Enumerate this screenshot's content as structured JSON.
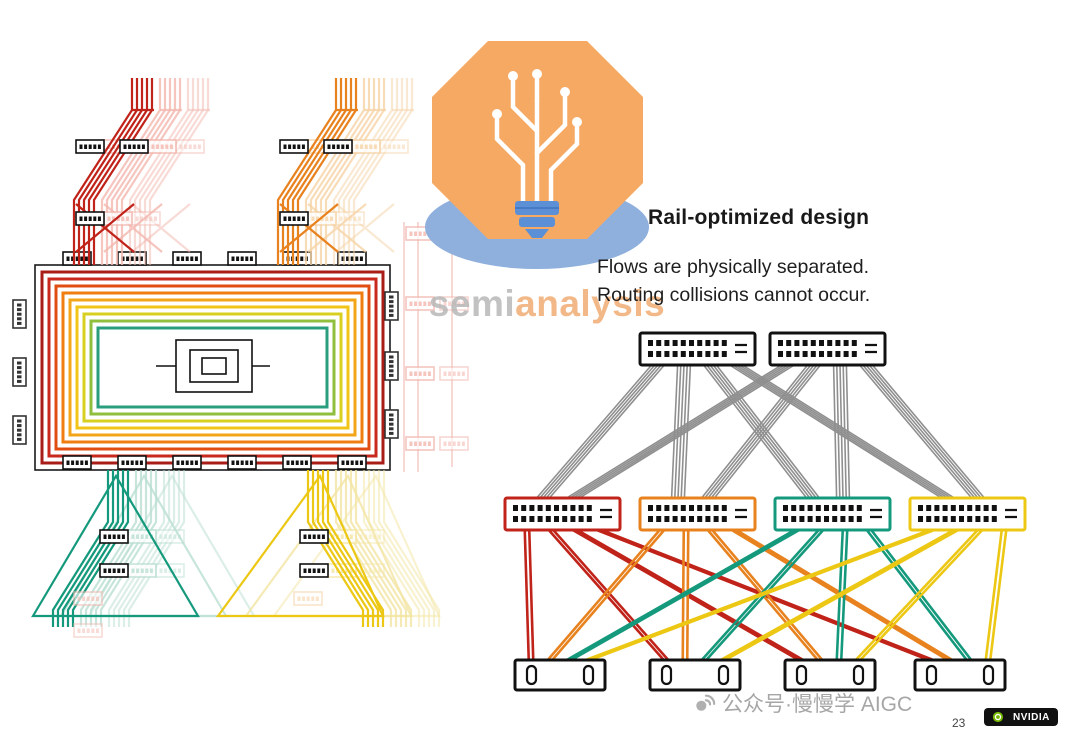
{
  "slide": {
    "background": "#ffffff"
  },
  "logo": {
    "text_semi": "semi",
    "text_analysis": "analysis"
  },
  "header": {
    "title": "Rail-optimized design",
    "subtitle_line1": "Flows are physically separated.",
    "subtitle_line2": "Routing collisions cannot occur."
  },
  "footer": {
    "watermark": "公众号·慢慢学 AIGC",
    "page_number": "23",
    "brand": "NVIDIA"
  },
  "colors": {
    "rail_red": "#c02319",
    "rail_orange": "#e8821e",
    "rail_teal": "#15997c",
    "rail_yellow": "#ecc814",
    "faded_pink": "#f2b7ae",
    "faded_orange": "#f6d3a6",
    "faded_teal": "#b9ded2",
    "faded_yellow": "#f3e5a2",
    "spine_gray": "#8f8f8f",
    "logo_orange": "#f5a963",
    "logo_blue": "#8fb0dc",
    "nvidia_green": "#76b900"
  },
  "rails": {
    "ring_colors": [
      "#1a1a1a",
      "#a81d18",
      "#c8291c",
      "#e04c12",
      "#ef7d12",
      "#f3a51a",
      "#f0c517",
      "#d8d021",
      "#8fbf3c",
      "#2a9d7c"
    ]
  },
  "network": {
    "spine_switch_count": 2,
    "leaf_switch_count": 4,
    "server_count": 4,
    "leaf_colors": [
      "#c02319",
      "#e8821e",
      "#15997c",
      "#ecc814"
    ],
    "link_color": "#8f8f8f"
  }
}
